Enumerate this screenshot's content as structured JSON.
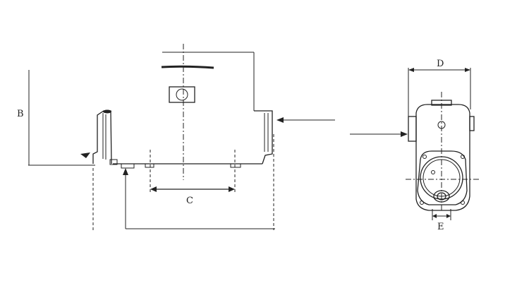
{
  "diagram": {
    "colors": {
      "line": "#222222",
      "background": "#ffffff"
    },
    "labels": {
      "B": "B",
      "C": "C",
      "D": "D",
      "E": "E"
    }
  }
}
